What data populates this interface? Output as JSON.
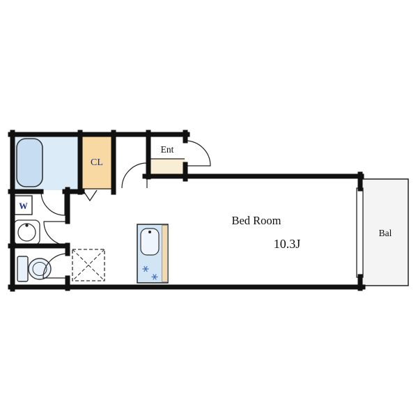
{
  "floorplan": {
    "rooms": {
      "bedroom": {
        "label": "Bed Room",
        "area": "10.3J"
      },
      "closet": {
        "label": "CL"
      },
      "entrance": {
        "label": "Ent"
      },
      "balcony": {
        "label": "Bal"
      },
      "laundry": {
        "label": "W"
      }
    },
    "colors": {
      "wall": "#111111",
      "bath_floor": "#dcebf8",
      "bathtub": "#c6ddf2",
      "closet_floor": "#f8d9a4",
      "entrance_step": "#f8eed6",
      "balcony_floor": "#f4f4f4",
      "kitchen_counter": "#d2e5f5",
      "kitchen_side": "#f4d9ae",
      "kitchen_sink": "#eef5fc",
      "fixture_fill": "#e9f1fa",
      "burner": "#4a76b8",
      "label_navy": "#1b2f8f",
      "label_black": "#111111"
    }
  }
}
